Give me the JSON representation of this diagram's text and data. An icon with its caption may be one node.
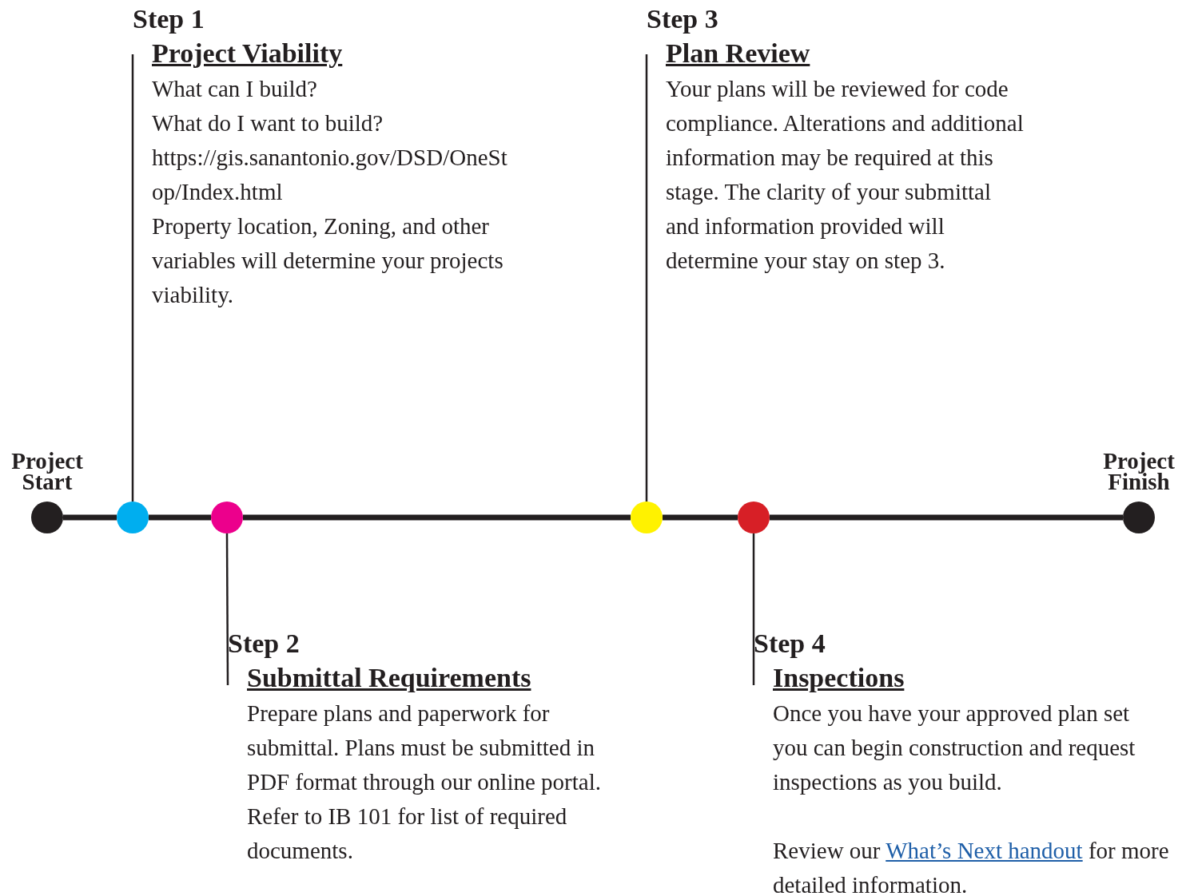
{
  "diagram": {
    "nodes": [
      {
        "text": [],
        "shape": "circle",
        "beside": [
          "Project Start"
        ]
      },
      {
        "text": [],
        "shape": "circle"
      },
      {
        "text": [],
        "shape": "circle"
      },
      {
        "text": [],
        "shape": "circle"
      },
      {
        "text": [],
        "shape": "circle"
      },
      {
        "text": [],
        "shape": "circle",
        "beside": [
          "Project Finish"
        ]
      },
      {
        "text": [
          "Step 1",
          "Project Viability",
          "What can I build?",
          "What do I want to build?",
          "https://gis.sanantonio.gov/DSD/OneStop/Index.html",
          "Property location, Zoning, and other variables will determine your projects viability."
        ]
      },
      {
        "text": [
          "Step 2",
          "Submittal Requirements",
          "Prepare plans and paperwork for submittal. Plans must be submitted in PDF format through our online portal. Refer to IB 101 for list of required documents."
        ]
      },
      {
        "text": [
          "Step 3",
          "Plan Review",
          "Your plans will be reviewed for code compliance. Alterations and additional information may be required at this stage. The clarity of your submittal and information provided will determine your stay on step 3."
        ]
      },
      {
        "text": [
          "Step 4",
          "Inspections",
          "Once you have your approved plan set you can begin construction and request inspections as you build.",
          "Review our",
          "What’s Next handout",
          "for more detailed information."
        ]
      }
    ],
    "edges": [
      {
        "from": 0,
        "to": 1,
        "arrow": "none"
      },
      {
        "from": 1,
        "to": 2,
        "arrow": "none"
      },
      {
        "from": 2,
        "to": 3,
        "arrow": "none"
      },
      {
        "from": 3,
        "to": 4,
        "arrow": "none"
      },
      {
        "from": 4,
        "to": 5,
        "arrow": "none"
      },
      {
        "from": 6,
        "to": 1,
        "arrow": "none"
      },
      {
        "from": 7,
        "to": 2,
        "arrow": "none"
      },
      {
        "from": 8,
        "to": 3,
        "arrow": "none"
      },
      {
        "from": 9,
        "to": 4,
        "arrow": "none"
      }
    ]
  }
}
